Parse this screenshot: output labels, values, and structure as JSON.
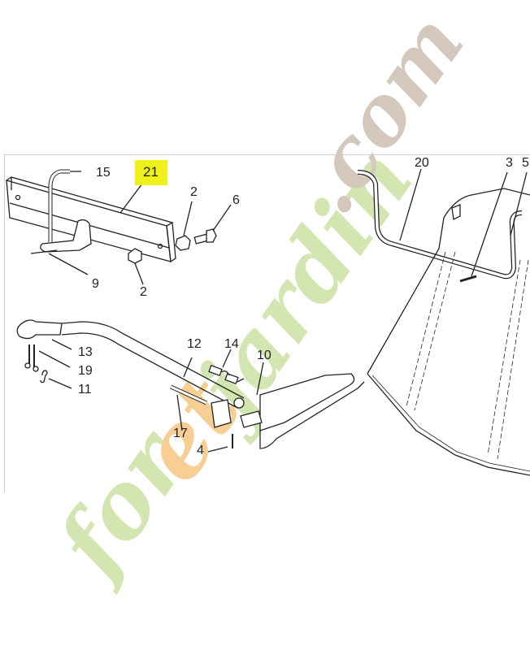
{
  "diagram": {
    "highlight_color": "#eef11a",
    "watermark": {
      "part1": "for",
      "part2": "et",
      "part3": "jardin",
      "part4": ".com",
      "colors": {
        "green": "#d3e5b0",
        "orange": "#f7cf94",
        "taupe": "#d4c8bd"
      }
    },
    "callouts": [
      {
        "id": "c21",
        "text": "21",
        "highlighted": true
      },
      {
        "id": "c15",
        "text": "15"
      },
      {
        "id": "c2a",
        "text": "2"
      },
      {
        "id": "c6",
        "text": "6"
      },
      {
        "id": "c9",
        "text": "9"
      },
      {
        "id": "c2b",
        "text": "2"
      },
      {
        "id": "c20",
        "text": "20"
      },
      {
        "id": "c3",
        "text": "3"
      },
      {
        "id": "c5",
        "text": "5"
      },
      {
        "id": "c13",
        "text": "13"
      },
      {
        "id": "c19",
        "text": "19"
      },
      {
        "id": "c11",
        "text": "11"
      },
      {
        "id": "c12",
        "text": "12"
      },
      {
        "id": "c14",
        "text": "14"
      },
      {
        "id": "c10",
        "text": "10"
      },
      {
        "id": "c17",
        "text": "17"
      },
      {
        "id": "c4",
        "text": "4"
      }
    ]
  }
}
